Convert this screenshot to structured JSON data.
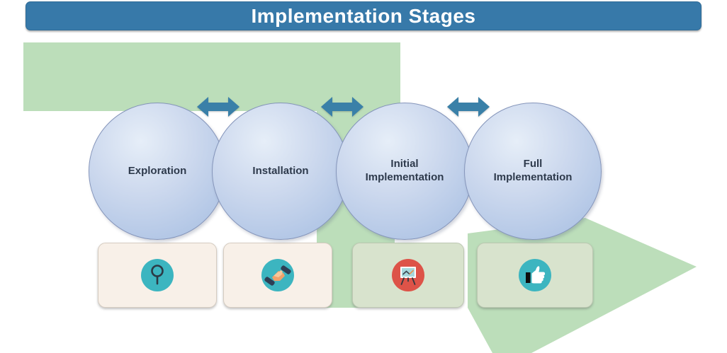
{
  "title": "Implementation Stages",
  "stages": [
    {
      "label": "Exploration",
      "icon": "magnifier-icon",
      "badge_color": "#3cb5c0",
      "card_color": "#f8f0e8"
    },
    {
      "label": "Installation",
      "icon": "handshake-icon",
      "badge_color": "#3cb5c0",
      "card_color": "#f8f0e8"
    },
    {
      "label": "Initial Implementation",
      "icon": "presentation-chart-icon",
      "badge_color": "#dd5348",
      "card_color": "#d8e3cd"
    },
    {
      "label": "Full Implementation",
      "icon": "thumbs-up-icon",
      "badge_color": "#3cb5c0",
      "card_color": "#d8e3cd"
    }
  ],
  "connectors": [
    {
      "type": "double-headed-arrow",
      "between": "Exploration / Installation"
    },
    {
      "type": "double-headed-arrow",
      "between": "Installation / Initial Implementation"
    },
    {
      "type": "double-headed-arrow",
      "between": "Initial Implementation / Full Implementation"
    }
  ],
  "colors": {
    "title_bar": "#3779a9",
    "arrow_green": "#bcdeba",
    "connector_blue": "#3a80a8",
    "circle_border": "#8595ba",
    "circle_text": "#2e3a4c",
    "card_cream": "#f8f0e8",
    "card_sage": "#d8e3cd",
    "icon_teal": "#3cb5c0",
    "icon_red": "#dd5348"
  }
}
